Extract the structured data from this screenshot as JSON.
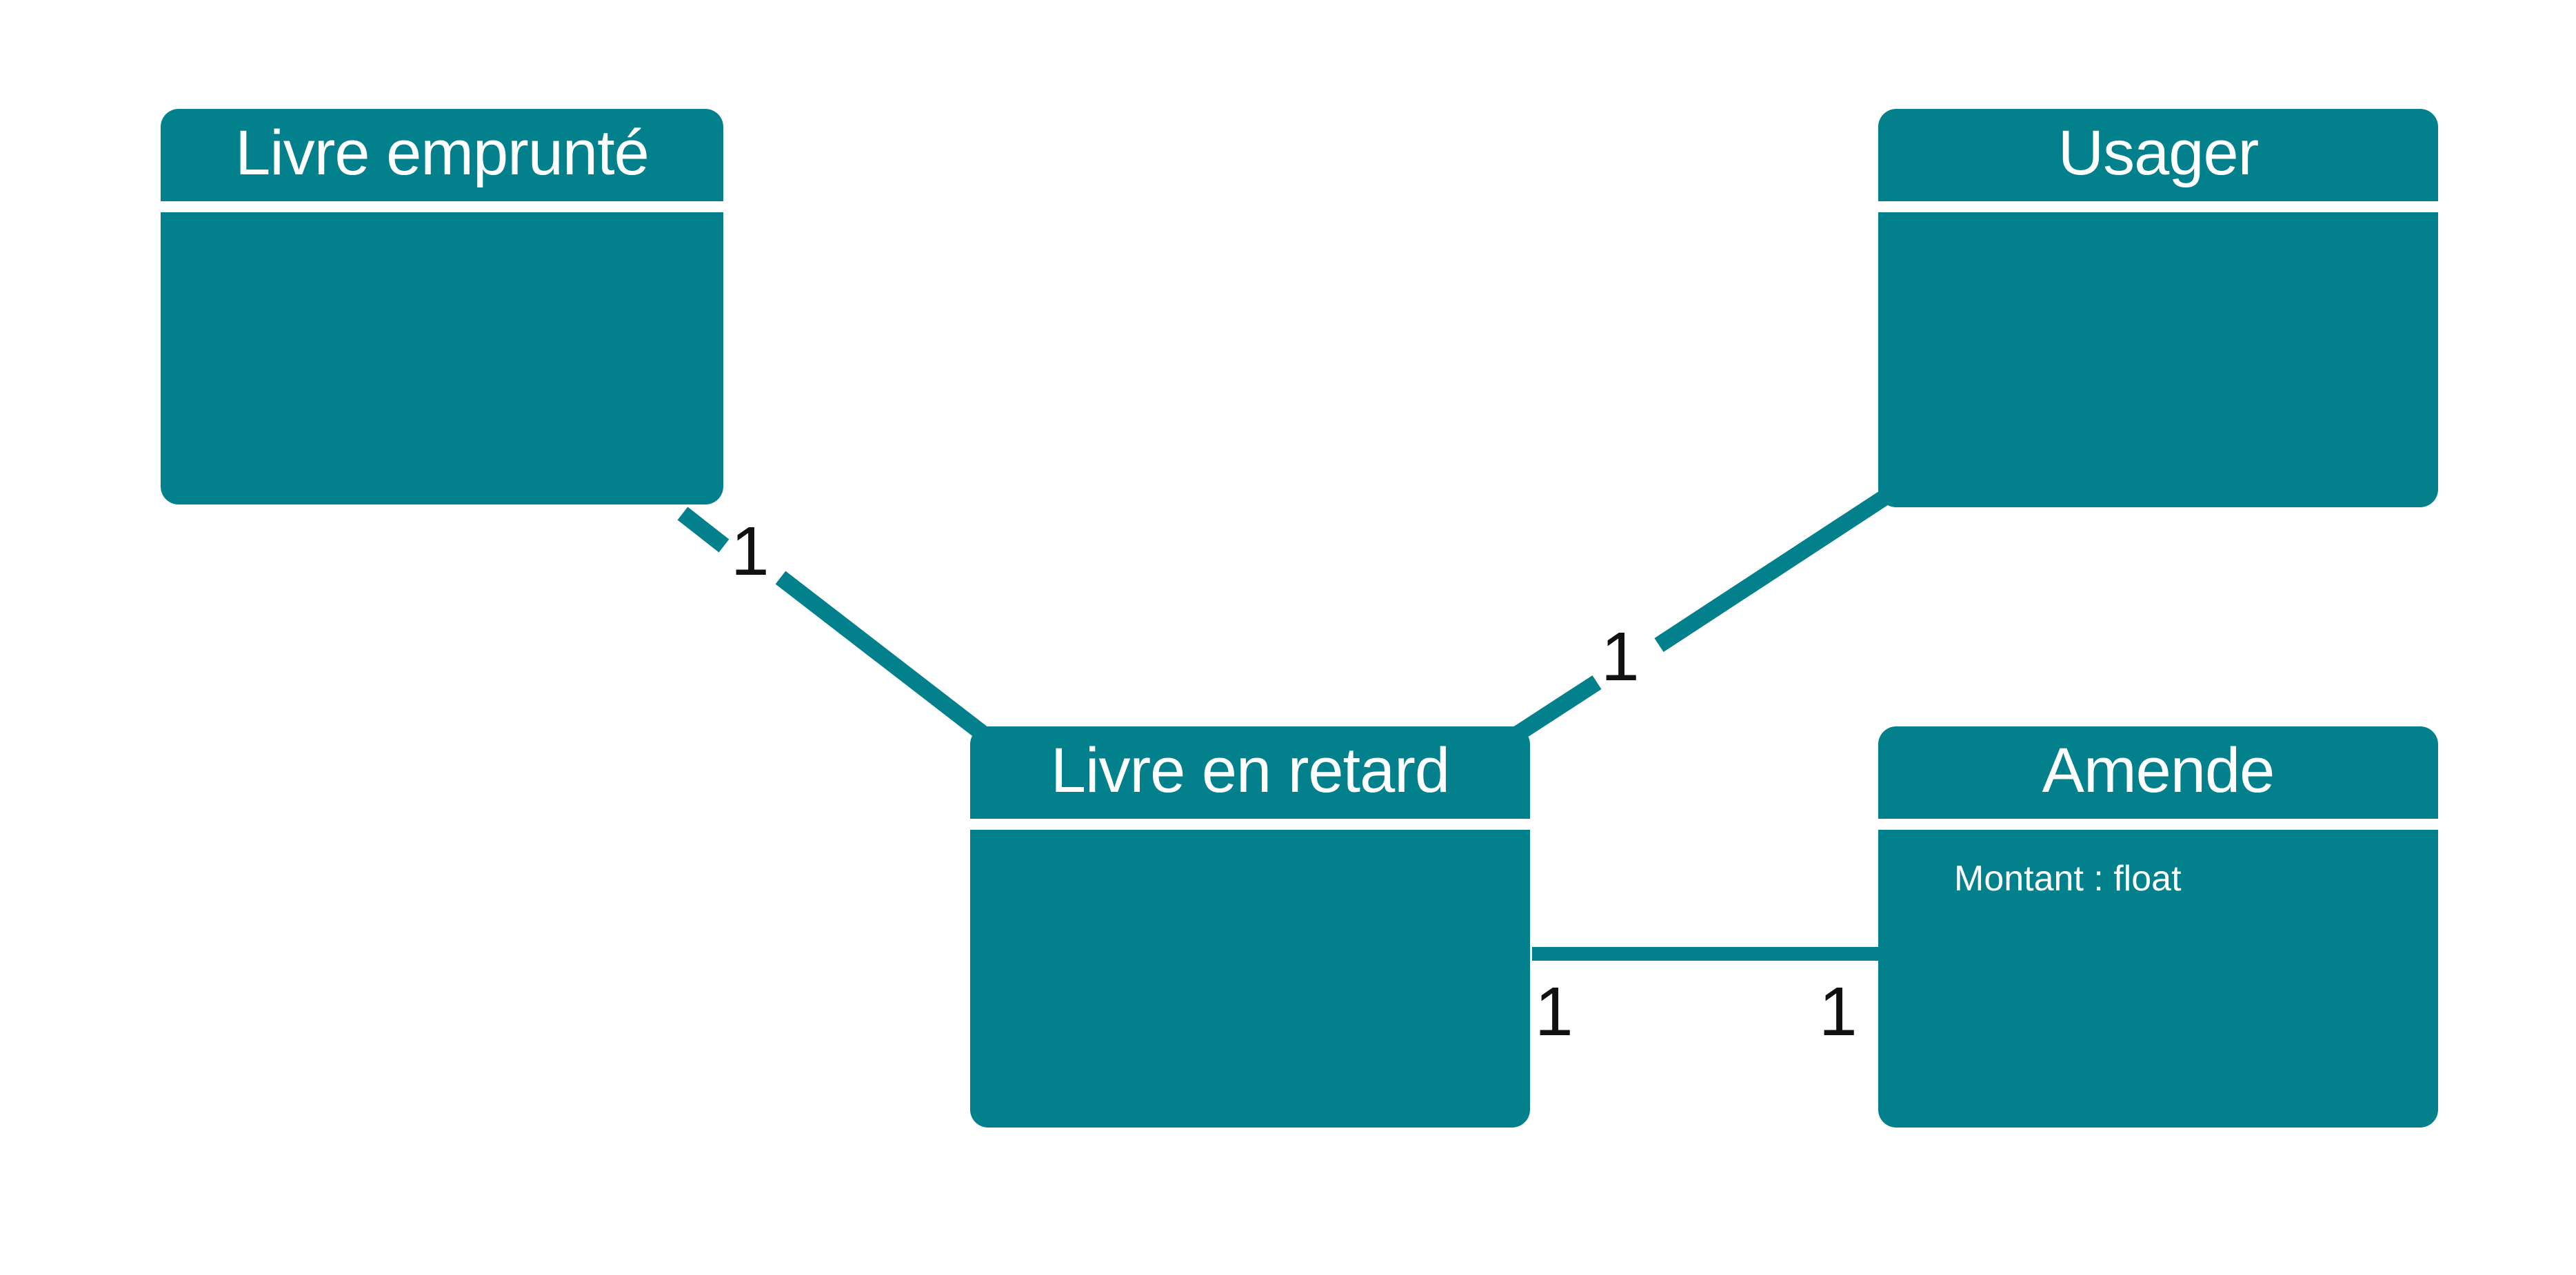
{
  "theme": {
    "box_color": "#02808b",
    "text_color": "#ffffff",
    "line_color": "#02808b",
    "multiplicity_color": "#111111"
  },
  "classes": {
    "livre_emprunte": {
      "name": "Livre emprunté",
      "attributes": []
    },
    "usager": {
      "name": "Usager",
      "attributes": []
    },
    "livre_en_retard": {
      "name": "Livre en retard",
      "attributes": []
    },
    "amende": {
      "name": "Amende",
      "attributes": [
        "Montant : float"
      ]
    }
  },
  "associations": [
    {
      "from": "livre_emprunte",
      "to": "livre_en_retard",
      "from_multiplicity": "1",
      "to_multiplicity": ""
    },
    {
      "from": "livre_en_retard",
      "to": "usager",
      "from_multiplicity": "1",
      "to_multiplicity": ""
    },
    {
      "from": "livre_en_retard",
      "to": "amende",
      "from_multiplicity": "1",
      "to_multiplicity": "1"
    }
  ]
}
